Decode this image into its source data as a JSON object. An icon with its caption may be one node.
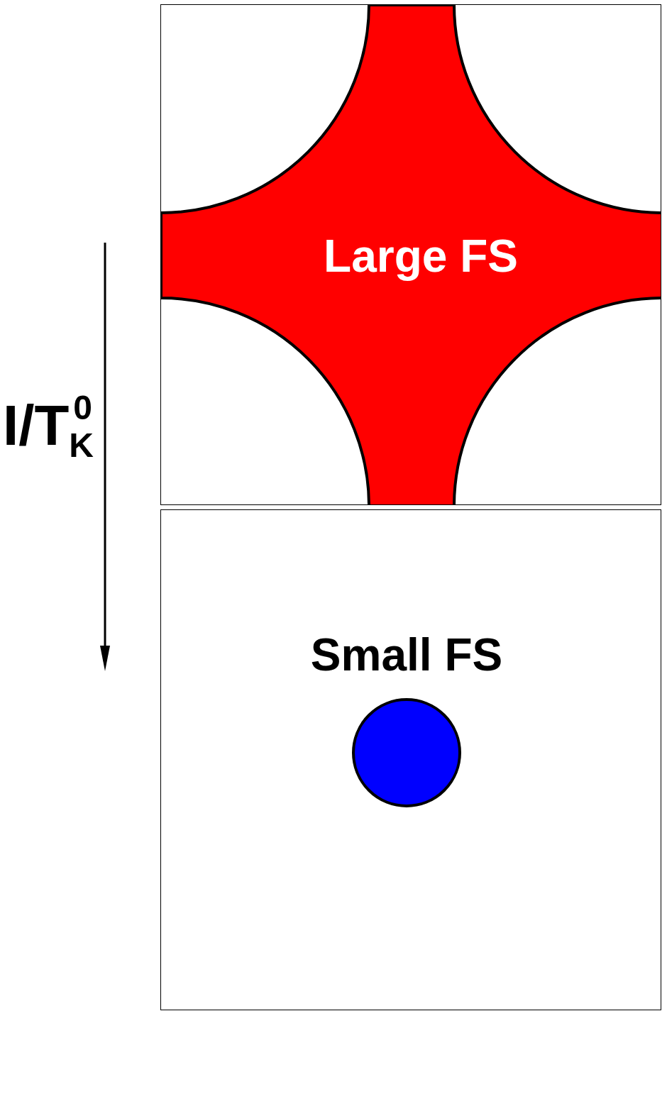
{
  "diagram": {
    "nodes": [
      {
        "text": [],
        "shape": "box"
      },
      {
        "text": [
          "Large FS"
        ],
        "in": 0
      },
      {
        "text": [],
        "shape": "box"
      },
      {
        "text": [
          "Small FS"
        ],
        "in": 2
      }
    ],
    "labels": [
      "I/T$_{K}$$^{0}$"
    ]
  }
}
